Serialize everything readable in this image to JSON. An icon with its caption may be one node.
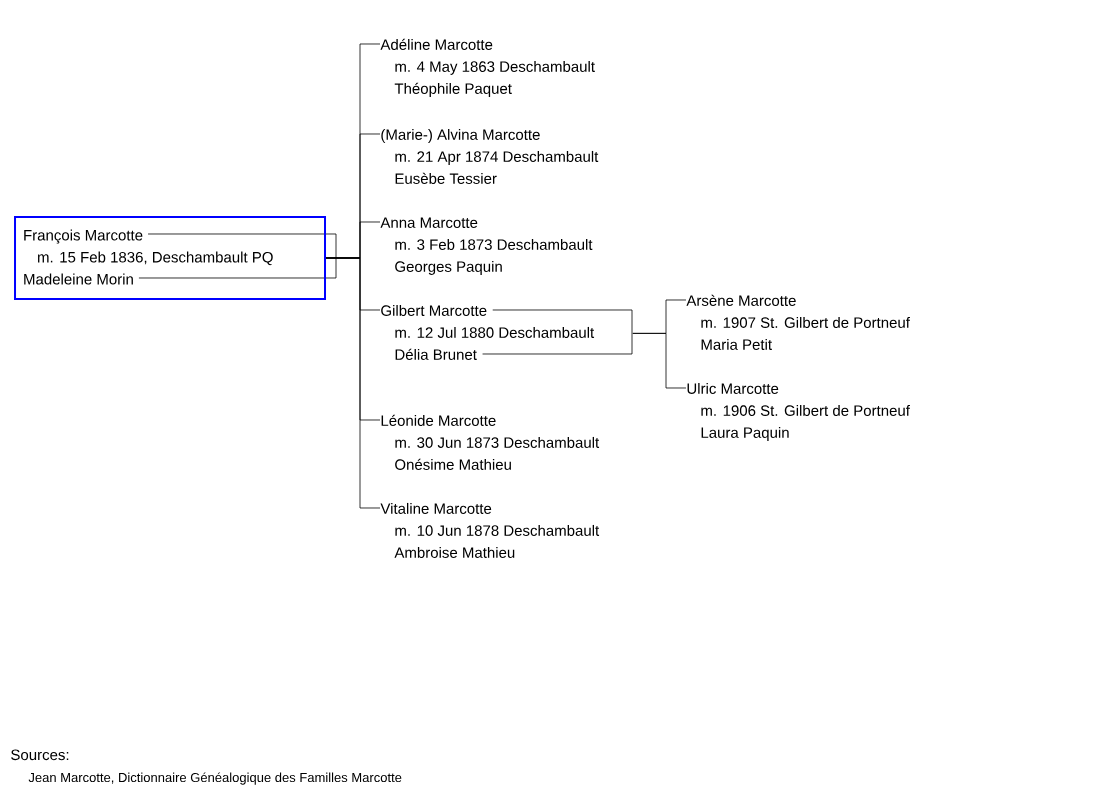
{
  "diagram": {
    "nodes": [
      {
        "text": [
          "François Marcotte",
          "m. 15 Feb 1836, Deschambault PQ",
          "Madeleine Morin"
        ]
      },
      {
        "text": [
          "Adéline Marcotte",
          "m. 4 May 1863 Deschambault",
          "Théophile Paquet"
        ]
      },
      {
        "text": [
          "(Marie-) Alvina Marcotte",
          "m. 21 Apr 1874 Deschambault",
          "Eusèbe Tessier"
        ]
      },
      {
        "text": [
          "Anna Marcotte",
          "m. 3 Feb 1873 Deschambault",
          "Georges Paquin"
        ]
      },
      {
        "text": [
          "Gilbert Marcotte",
          "m. 12 Jul 1880 Deschambault",
          "Délia Brunet"
        ]
      },
      {
        "text": [
          "Léonide Marcotte",
          "m. 30 Jun 1873 Deschambault",
          "Onésime Mathieu"
        ]
      },
      {
        "text": [
          "Vitaline Marcotte",
          "m. 10 Jun 1878 Deschambault",
          "Ambroise Mathieu"
        ]
      },
      {
        "text": [
          "Arsène Marcotte",
          "m. 1907 St. Gilbert de Portneuf",
          "Maria Petit"
        ]
      },
      {
        "text": [
          "Ulric Marcotte",
          "m. 1906 St. Gilbert de Portneuf",
          "Laura Paquin"
        ]
      }
    ],
    "edges": [
      {
        "from": 0,
        "to": 1,
        "arrow": "none"
      },
      {
        "from": 0,
        "to": 2,
        "arrow": "none"
      },
      {
        "from": 0,
        "to": 3,
        "arrow": "none"
      },
      {
        "from": 0,
        "to": 4,
        "arrow": "none"
      },
      {
        "from": 0,
        "to": 5,
        "arrow": "none"
      },
      {
        "from": 0,
        "to": 6,
        "arrow": "none"
      },
      {
        "from": 4,
        "to": 7,
        "arrow": "none"
      },
      {
        "from": 4,
        "to": 8,
        "arrow": "none"
      }
    ],
    "labels": [
      "Sources:",
      "Jean Marcotte, Dictionnaire Généalogique des Familles Marcotte"
    ]
  }
}
